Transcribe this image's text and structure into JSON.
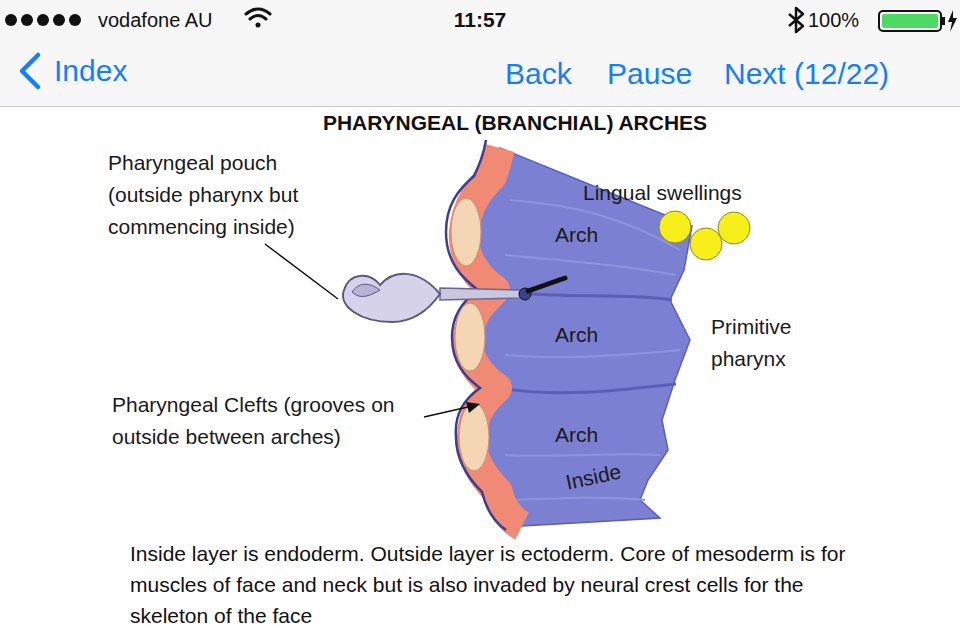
{
  "diagram": {
    "title": "PHARYNGEAL (BRANCHIAL) ARCHES",
    "caption": "Inside layer is endoderm. Outside layer is ectoderm. Core of mesoderm is for muscles of face and neck but is also invaded by neural crest cells for the skeleton of the face",
    "labels": [
      "vodafone AU",
      "11:57",
      "100%",
      "Index",
      "Back",
      "Pause",
      "Next (12/22)",
      "Pharyngeal pouch (outside pharynx but commencing inside)",
      "Lingual swellings",
      "Arch",
      "Arch",
      "Primitive pharynx",
      "Pharyngeal Clefts (grooves on outside between arches)",
      "Arch",
      "Inside"
    ]
  }
}
